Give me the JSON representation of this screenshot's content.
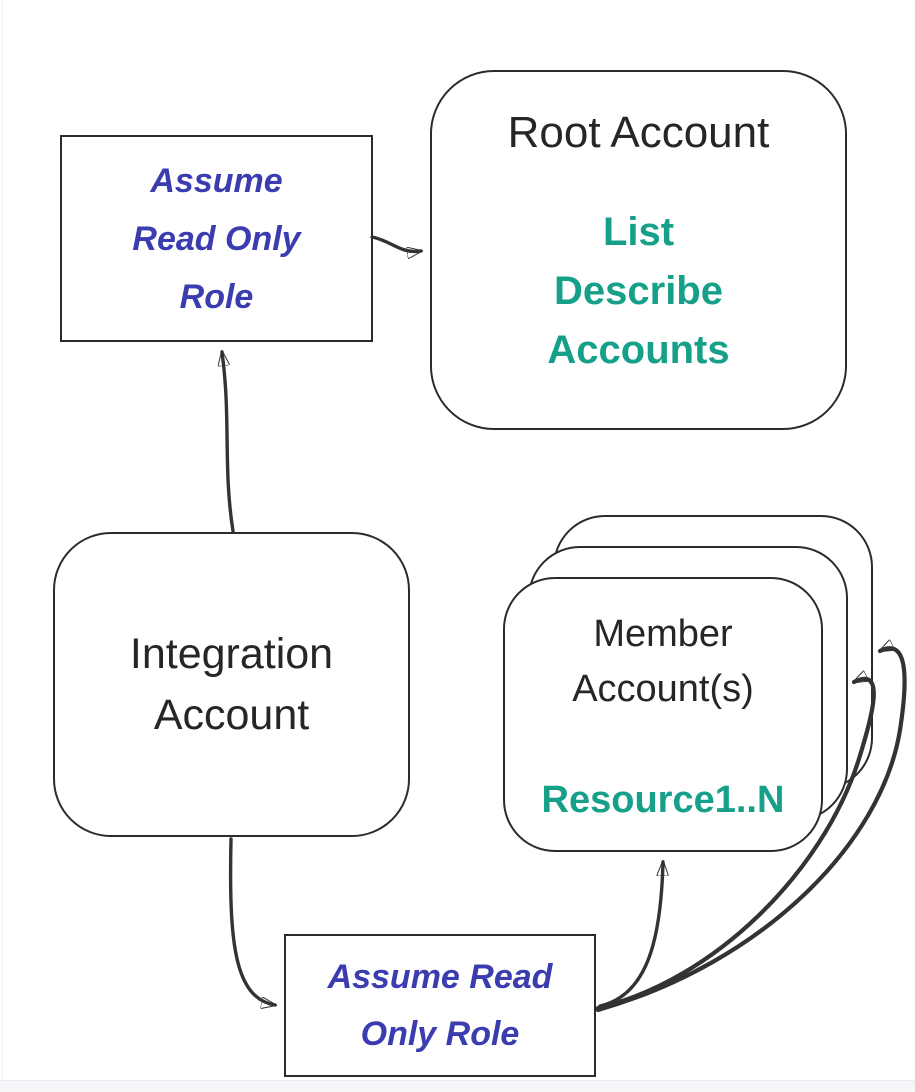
{
  "meta": {
    "background_color": "#ffffff",
    "border_color": "#2b2b2b",
    "arrow_color": "#333333",
    "accent_teal": "#17a089",
    "accent_blue": "#3b3caf",
    "text_color": "#262626"
  },
  "nodes": {
    "assume_role_top": {
      "lines": [
        "Assume",
        "Read Only",
        "Role"
      ]
    },
    "root_account": {
      "title": "Root Account",
      "permissions": [
        "List",
        "Describe",
        "Accounts"
      ]
    },
    "integration_account": {
      "lines": [
        "Integration",
        "Account"
      ]
    },
    "member_accounts": {
      "lines": [
        "Member",
        "Account(s)"
      ],
      "resources": "Resource1..N"
    },
    "assume_role_bottom": {
      "lines": [
        "Assume Read",
        "Only Role"
      ]
    }
  },
  "edges": [
    {
      "from": "assume_role_top",
      "to": "root_account",
      "style": "thin"
    },
    {
      "from": "integration_account",
      "to": "assume_role_top",
      "style": "thin"
    },
    {
      "from": "integration_account",
      "to": "assume_role_bottom",
      "style": "thin"
    },
    {
      "from": "assume_role_bottom",
      "to": "member_accounts_front_bottom",
      "style": "thin"
    },
    {
      "from": "assume_role_bottom",
      "to": "member_accounts_middle_right",
      "style": "thick"
    },
    {
      "from": "assume_role_bottom",
      "to": "member_accounts_back_right",
      "style": "thick"
    }
  ]
}
